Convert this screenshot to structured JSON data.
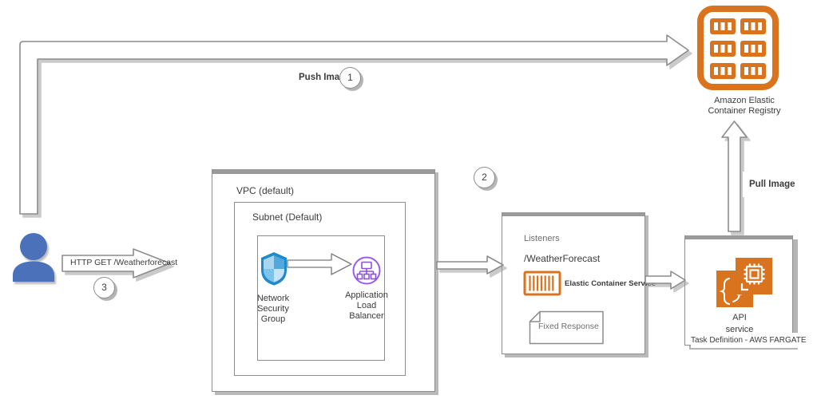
{
  "app": {
    "type": "aws-architecture-diagram",
    "background": "#ffffff"
  },
  "colors": {
    "aws_orange": "#D9731E",
    "user_blue": "#4A71BA",
    "alb_purple": "#9B5BE8",
    "border_gray": "#8C8C8C",
    "shadow_gray": "#A3A3A3",
    "text_dark": "#3B3B3B",
    "text_gray": "#6F6F6F"
  },
  "flow": {
    "push_image": {
      "label": "Push Image",
      "step": "1"
    },
    "pull_image": {
      "label": "Pull Image"
    },
    "http_get": {
      "label": "HTTP GET /Weatherforecast",
      "step": "3"
    },
    "alb_step": {
      "step": "2"
    }
  },
  "registry": {
    "icon": "container-registry-icon",
    "label_lines": {
      "0": "Amazon Elastic",
      "1": "Container Registry"
    }
  },
  "vpc": {
    "title": "VPC (default)",
    "subnet": {
      "title": "Subnet (Default)"
    },
    "nsg": {
      "icon": "security-shield-icon",
      "lines": {
        "0": "Network",
        "1": "Security",
        "2": "Group"
      }
    },
    "alb": {
      "icon": "load-balancer-icon",
      "lines": {
        "0": "Application",
        "1": "Load",
        "2": "Balancer"
      }
    }
  },
  "listeners": {
    "title": "Listeners",
    "route": "/WeatherForecast",
    "ecs": {
      "icon": "container-icon",
      "label": "Elastic Container Service"
    },
    "fixed_response": {
      "icon": "document-icon",
      "label": "Fixed Response"
    }
  },
  "api_service": {
    "icon": "fargate-task-icon",
    "name_lines": {
      "0": "API",
      "1": "service"
    },
    "task_definition": "Task Definition - AWS FARGATE"
  },
  "user": {
    "icon": "user-icon"
  }
}
